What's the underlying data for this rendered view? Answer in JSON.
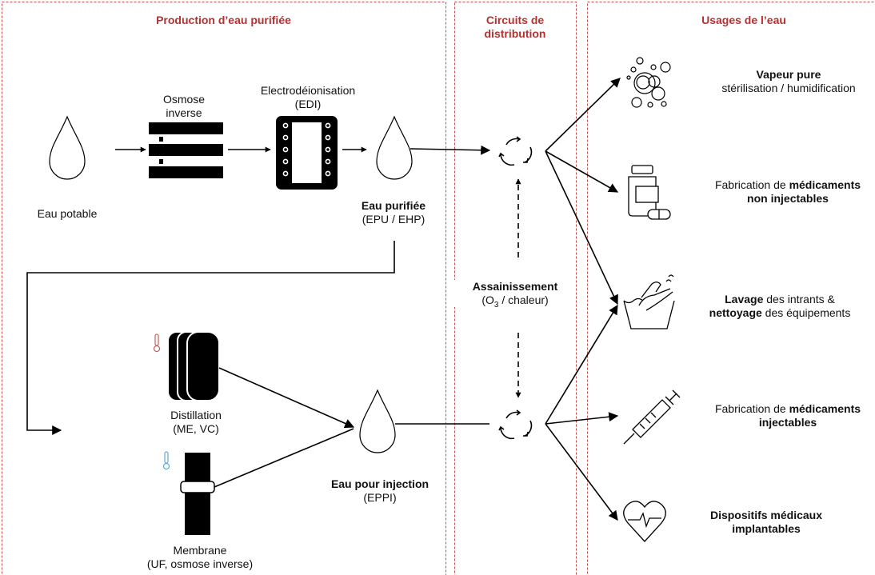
{
  "sections": {
    "production": "Production d’eau purifiée",
    "distribution_line1": "Circuits de",
    "distribution_line2": "distribution",
    "usages": "Usages de l’eau"
  },
  "production": {
    "potable": "Eau potable",
    "osmose_line1": "Osmose",
    "osmose_line2": "inverse",
    "edi_line1": "Electrodéionisation",
    "edi_line2": "(EDI)",
    "epu_bold": "Eau purifiée",
    "epu_sub": "(EPU / EHP)",
    "distillation_line1": "Distillation",
    "distillation_line2": "(ME, VC)",
    "membrane_line1": "Membrane",
    "membrane_line2": "(UF, osmose inverse)",
    "eppi_bold": "Eau pour injection",
    "eppi_sub": "(EPPI)"
  },
  "distribution": {
    "assainissement": "Assainissement",
    "ozone_prefix": "(O",
    "ozone_sub": "3",
    "ozone_suffix": " / chaleur)"
  },
  "usages": {
    "vapeur_bold": "Vapeur pure",
    "vapeur_sub": "stérilisation / humidification",
    "med_noninj_prefix": "Fabrication de ",
    "med_noninj_bold": "médicaments",
    "med_noninj_line2": "non injectables",
    "lavage_bold": "Lavage",
    "lavage_rest": " des intrants &",
    "nettoyage_bold": "nettoyage",
    "nettoyage_rest": " des équipements",
    "med_inj_prefix": "Fabrication de ",
    "med_inj_bold": "médicaments",
    "med_inj_line2": "injectables",
    "dm_line1": "Dispositifs médicaux",
    "dm_line2": "implantables"
  },
  "colors": {
    "section_header": "#b5302f",
    "border": "#c0504d",
    "hot_thermometer": "#c0504d",
    "cold_thermometer": "#4aa3d8"
  }
}
